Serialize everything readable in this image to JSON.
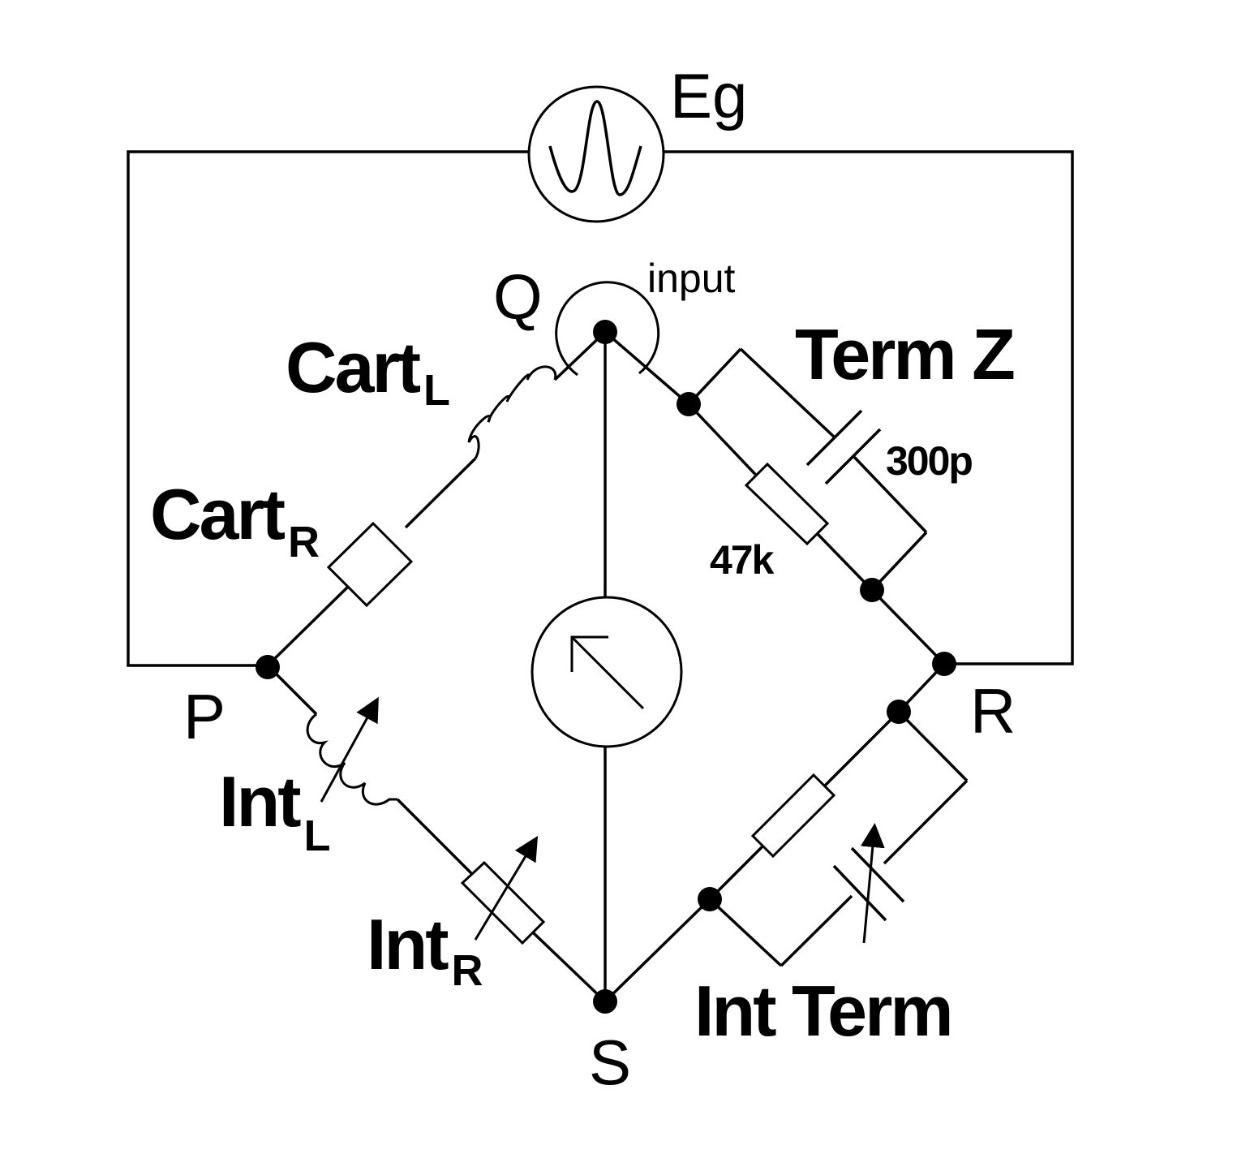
{
  "labels": {
    "source": "Eg",
    "input": "input",
    "node_q": "Q",
    "node_p": "P",
    "node_r": "R",
    "node_s": "S",
    "cart_l_main": "Cart",
    "cart_l_sub": "L",
    "cart_r_main": "Cart",
    "cart_r_sub": "R",
    "int_l_main": "Int",
    "int_l_sub": "L",
    "int_r_main": "Int",
    "int_r_sub": "R",
    "term_z": "Term Z",
    "cap_value": "300p",
    "res_value": "47k",
    "int_term": "Int Term"
  }
}
